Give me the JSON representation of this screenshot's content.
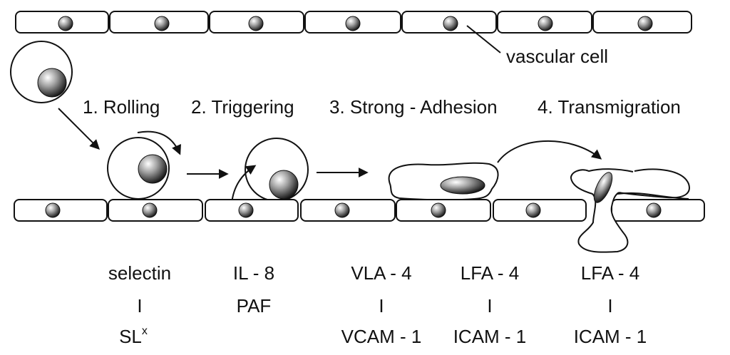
{
  "labels": {
    "vascular_cell": "vascular cell"
  },
  "steps": [
    {
      "label": "1. Rolling"
    },
    {
      "label": "2. Triggering"
    },
    {
      "label": "3. Strong - Adhesion"
    },
    {
      "label": "4. Transmigration"
    }
  ],
  "molecules": [
    {
      "top": "selectin",
      "mid": "I",
      "bottom": "SL",
      "bottom_sup": "x"
    },
    {
      "top": "IL - 8",
      "mid": "",
      "bottom": "PAF",
      "bottom_sup": ""
    },
    {
      "top": "VLA - 4",
      "mid": "I",
      "bottom": "VCAM - 1",
      "bottom_sup": ""
    },
    {
      "top": "LFA - 4",
      "mid": "I",
      "bottom": "ICAM - 1",
      "bottom_sup": ""
    },
    {
      "top": "LFA - 4",
      "mid": "I",
      "bottom": "ICAM - 1",
      "bottom_sup": ""
    }
  ]
}
